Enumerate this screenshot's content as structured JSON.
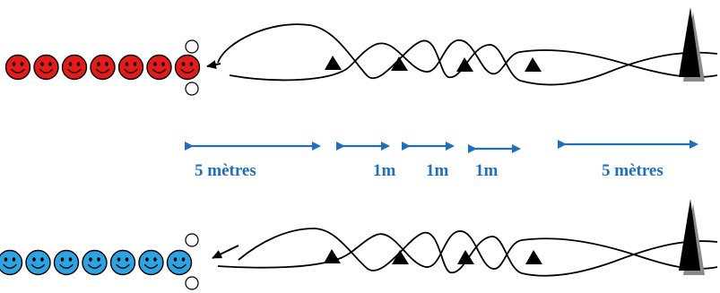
{
  "teams": [
    {
      "name": "team-red",
      "color": "#e31b1b",
      "players": 7
    },
    {
      "name": "team-blue",
      "color": "#2da3e2",
      "players": 7
    }
  ],
  "distances": [
    {
      "label": "5 mètres",
      "value_m": 5
    },
    {
      "label": "1m",
      "value_m": 1
    },
    {
      "label": "1m",
      "value_m": 1
    },
    {
      "label": "1m",
      "value_m": 1
    },
    {
      "label": "5 mètres",
      "value_m": 5
    }
  ],
  "colors": {
    "dimension": "#1f6fbf",
    "cone": "#000000"
  },
  "icons": [
    "smiley-face-icon",
    "cone-icon",
    "arrow-icon"
  ]
}
